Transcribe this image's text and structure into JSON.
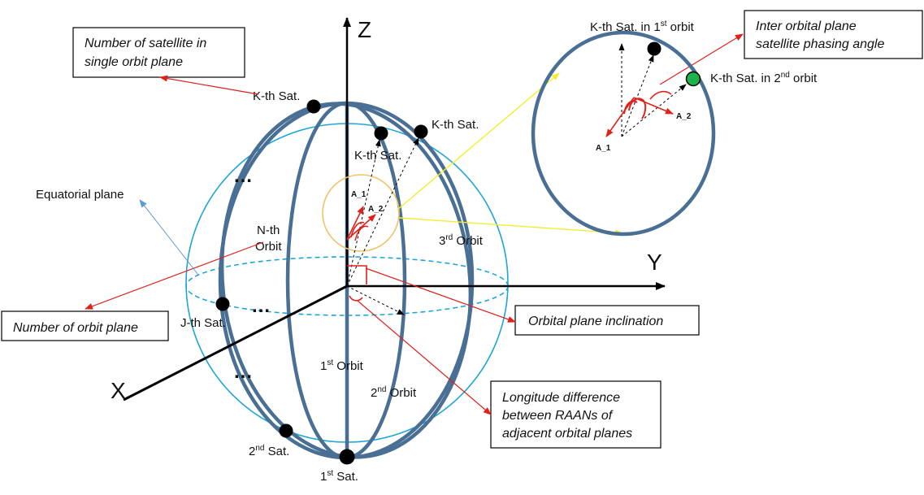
{
  "axes": {
    "z": "Z",
    "y": "Y",
    "x": "X"
  },
  "callouts": {
    "sat_count": [
      "Number of satellite in",
      "single orbit plane"
    ],
    "plane_count": "Number of orbit plane",
    "inclination": "Orbital plane inclination",
    "raan": [
      "Longitude difference",
      "between RAANs of",
      "adjacent orbital planes"
    ],
    "phasing": [
      "Inter orbital plane",
      "satellite phasing angle"
    ]
  },
  "labels": {
    "equatorial_plane": "Equatorial plane",
    "nth_orbit": [
      "N-th",
      "Orbit"
    ],
    "first_orbit": {
      "num": "1",
      "sup": "st",
      "rest": " Orbit"
    },
    "second_orbit": {
      "num": "2",
      "sup": "nd",
      "rest": " Orbit"
    },
    "third_orbit": {
      "num": "3",
      "sup": "rd",
      "rest": "  Orbit"
    },
    "kth_sat": "K-th Sat.",
    "jth_sat": "J-th Sat.",
    "first_sat": {
      "num": "1",
      "sup": "st",
      "rest": " Sat."
    },
    "second_sat": {
      "num": "2",
      "sup": "nd",
      "rest": " Sat."
    },
    "ellipsis": "…",
    "a1": "A_1",
    "a2": "A_2"
  },
  "inset": {
    "kth_first": {
      "pre": "K-th Sat. in 1",
      "sup": "st",
      "rest": " orbit"
    },
    "kth_second": {
      "pre": "K-th Sat. in 2",
      "sup": "nd",
      "rest": " orbit"
    },
    "a1": "A_1",
    "a2": "A_2"
  },
  "colors": {
    "orbit": "#4a6f94",
    "equator_sphere": "#1fa6d6",
    "callout_arrow": "#e0201b",
    "highlight": "#f0c36a",
    "leader_yellow": "#f2ee2e",
    "equatorial_leader": "#5b9bd5",
    "green_sat": "#1db34a"
  }
}
